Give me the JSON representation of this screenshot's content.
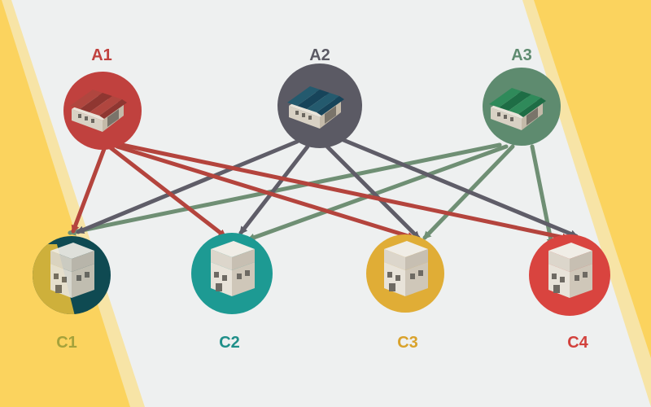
{
  "colors": {
    "band_yellow": "#fbd35e",
    "band_light": "#f7e4a6",
    "background_gray": "#eef0f0",
    "a1": "#c0413e",
    "a2": "#5b5a64",
    "a3": "#5e8b6f",
    "c1": "#d9a82f",
    "c2": "#1d9a93",
    "c3": "#e0ad36",
    "c4": "#d9443f",
    "c1_label": "#a5a23b",
    "c2_label": "#1f8f89",
    "c3_label": "#d9a22b",
    "c4_label": "#d2413c",
    "arrow_a1": "#b4443d",
    "arrow_a2": "#5f5d68",
    "arrow_a3": "#6f8f74"
  },
  "sources": [
    {
      "id": "A1",
      "label": "A1",
      "icon": "warehouse-icon"
    },
    {
      "id": "A2",
      "label": "A2",
      "icon": "warehouse-icon"
    },
    {
      "id": "A3",
      "label": "A3",
      "icon": "warehouse-icon"
    }
  ],
  "destinations": [
    {
      "id": "C1",
      "label": "C1",
      "icon": "store-building-icon"
    },
    {
      "id": "C2",
      "label": "C2",
      "icon": "store-building-icon"
    },
    {
      "id": "C3",
      "label": "C3",
      "icon": "store-building-icon"
    },
    {
      "id": "C4",
      "label": "C4",
      "icon": "store-building-icon"
    }
  ],
  "edges": [
    {
      "from": "A1",
      "to": "C1"
    },
    {
      "from": "A1",
      "to": "C2"
    },
    {
      "from": "A1",
      "to": "C3"
    },
    {
      "from": "A1",
      "to": "C4"
    },
    {
      "from": "A2",
      "to": "C1"
    },
    {
      "from": "A2",
      "to": "C2"
    },
    {
      "from": "A2",
      "to": "C3"
    },
    {
      "from": "A2",
      "to": "C4"
    },
    {
      "from": "A3",
      "to": "C1"
    },
    {
      "from": "A3",
      "to": "C2"
    },
    {
      "from": "A3",
      "to": "C3"
    },
    {
      "from": "A3",
      "to": "C4"
    }
  ]
}
